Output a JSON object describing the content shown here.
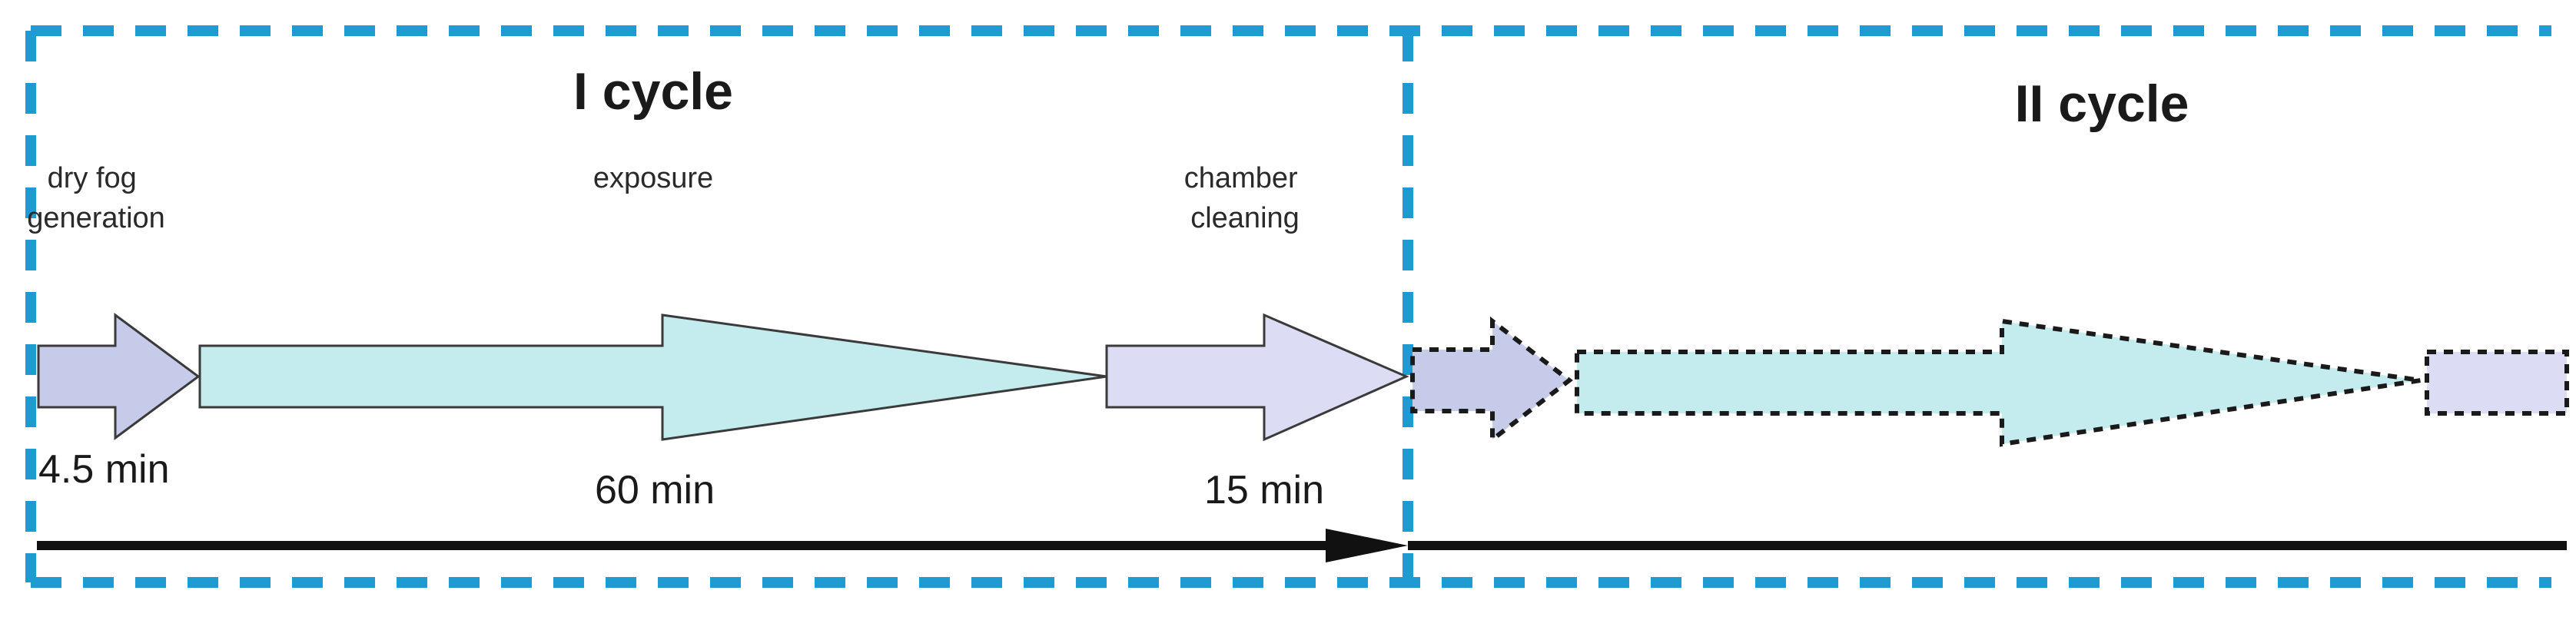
{
  "cycles": {
    "first": {
      "title": "I cycle"
    },
    "second": {
      "title": "II cycle"
    }
  },
  "phases": [
    {
      "label_lines": [
        "dry fog",
        "generation"
      ],
      "duration": "4.5 min",
      "color": "#c5cbe8"
    },
    {
      "label_lines": [
        "exposure"
      ],
      "duration": "60 min",
      "color": "#c4ecee"
    },
    {
      "label_lines": [
        "chamber",
        "cleaning"
      ],
      "duration": "15 min",
      "color": "#dcdcf4"
    }
  ],
  "colors": {
    "frame_dash": "#1e9bd1",
    "outline": "#3a3a3a",
    "timeline": "#111111"
  }
}
